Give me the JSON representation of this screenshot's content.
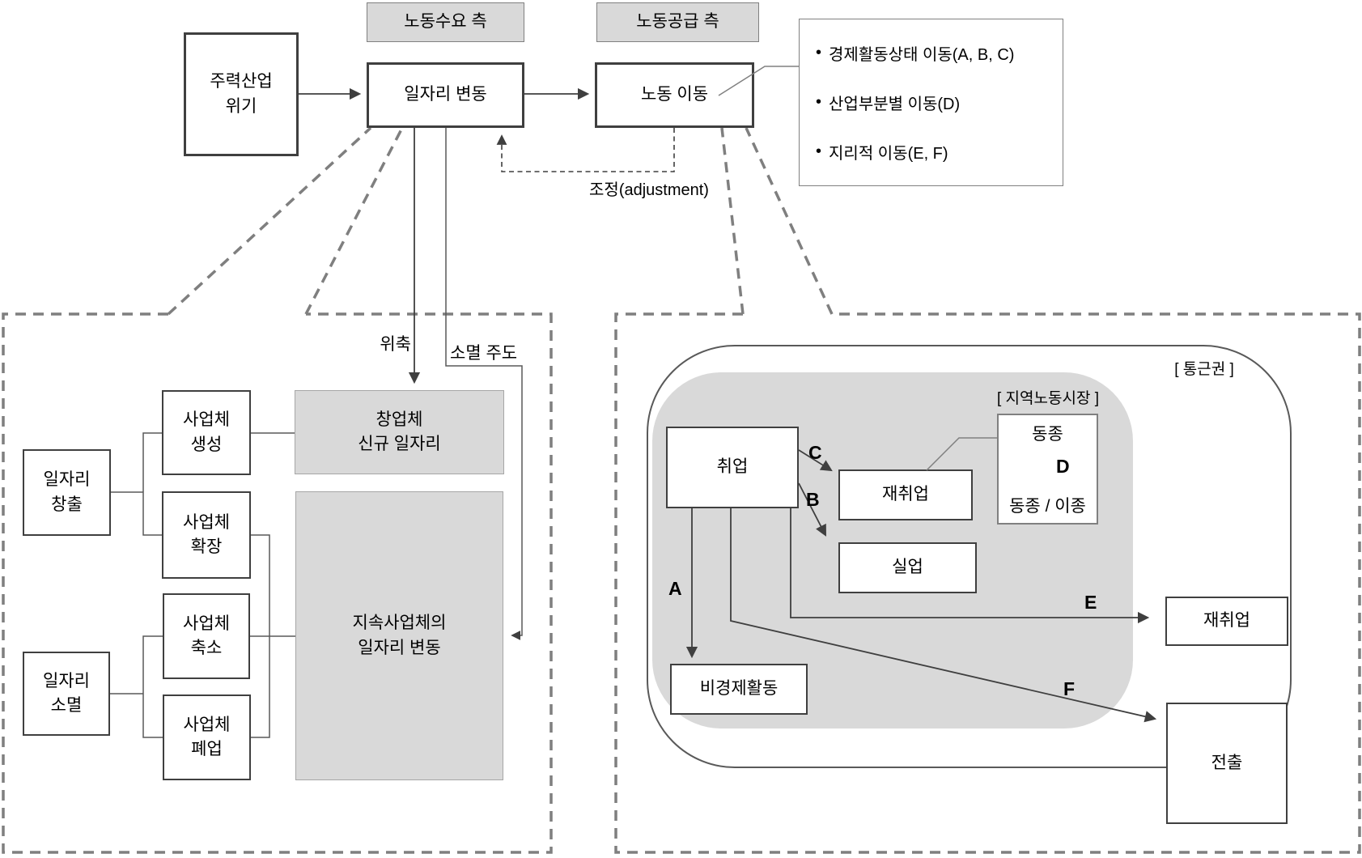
{
  "bullet_glyph": "•",
  "top": {
    "crisis": "주력산업\n위기",
    "demand_header": "노동수요 측",
    "supply_header": "노동공급 측",
    "job_change": "일자리 변동",
    "labor_move": "노동 이동",
    "adjustment": "조정(adjustment)",
    "bullets": [
      "경제활동상태 이동(A, B, C)",
      "산업부분별 이동(D)",
      "지리적 이동(E, F)"
    ]
  },
  "left_panel": {
    "shrink_label": "위축",
    "destruction_lead_label": "소멸 주도",
    "job_creation": "일자리\n창출",
    "estab_birth": "사업체\n생성",
    "estab_expand": "사업체\n확장",
    "estab_shrink": "사업체\n축소",
    "estab_close": "사업체\n폐업",
    "job_destruction": "일자리\n소멸",
    "startup_new_jobs": "창업체\n신규 일자리",
    "continuing_job_change": "지속사업체의\n일자리 변동"
  },
  "right_panel": {
    "commute_zone": "[ 통근권 ]",
    "local_labor_market": "[ 지역노동시장 ]",
    "employment": "취업",
    "reemployment_local": "재취업",
    "same_industry": "동종",
    "same_or_diff_industry": "동종 / 이종",
    "unemployment": "실업",
    "non_economic_activity": "비경제활동",
    "reemployment_outer": "재취업",
    "move_out": "전출",
    "labels": {
      "A": "A",
      "B": "B",
      "C": "C",
      "D": "D",
      "E": "E",
      "F": "F"
    }
  },
  "colors": {
    "box_border": "#3f3f3f",
    "gray_fill": "#d9d9d9",
    "dashed_border": "#7f7f7f",
    "thin_line": "#808080",
    "rounded_border": "#595959"
  }
}
